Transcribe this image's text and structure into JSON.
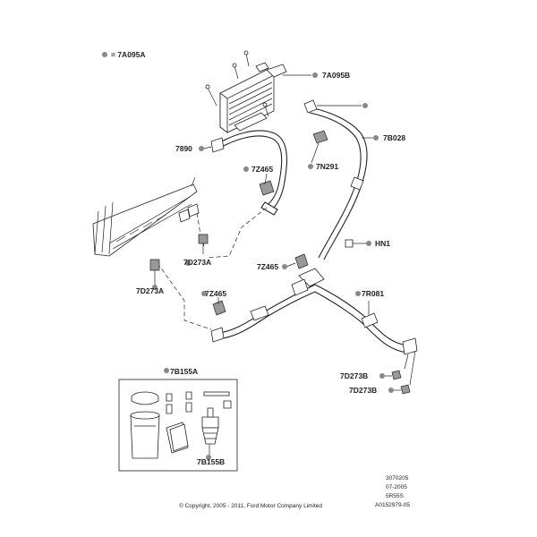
{
  "diagram": {
    "legend": {
      "text": "= 7A095A"
    },
    "parts": {
      "p7A095B": "7A095B",
      "p7B028": "7B028",
      "p7890": "7890",
      "p7N291": "7N291",
      "p7Z465_top": "7Z465",
      "pHN1": "HN1",
      "p7D273A_mid": "7D273A",
      "p7Z465_mid": "7Z465",
      "p7D273A_low": "7D273A",
      "p7R081": "7R081",
      "p7Z465_low": "7Z465",
      "p7B155A": "7B155A",
      "p7D273B_1": "7D273B",
      "p7D273B_2": "7D273B",
      "p7B155B": "7B155B"
    },
    "meta": {
      "line1": "3070205",
      "line2": "07-2005",
      "line3": "5R55S",
      "line4": "A0152979-05"
    },
    "copyright": "© Copyright, 2005 - 2011, Ford Motor Company Limited"
  },
  "colors": {
    "ink": "#222222",
    "callout_dot": "#888888"
  }
}
